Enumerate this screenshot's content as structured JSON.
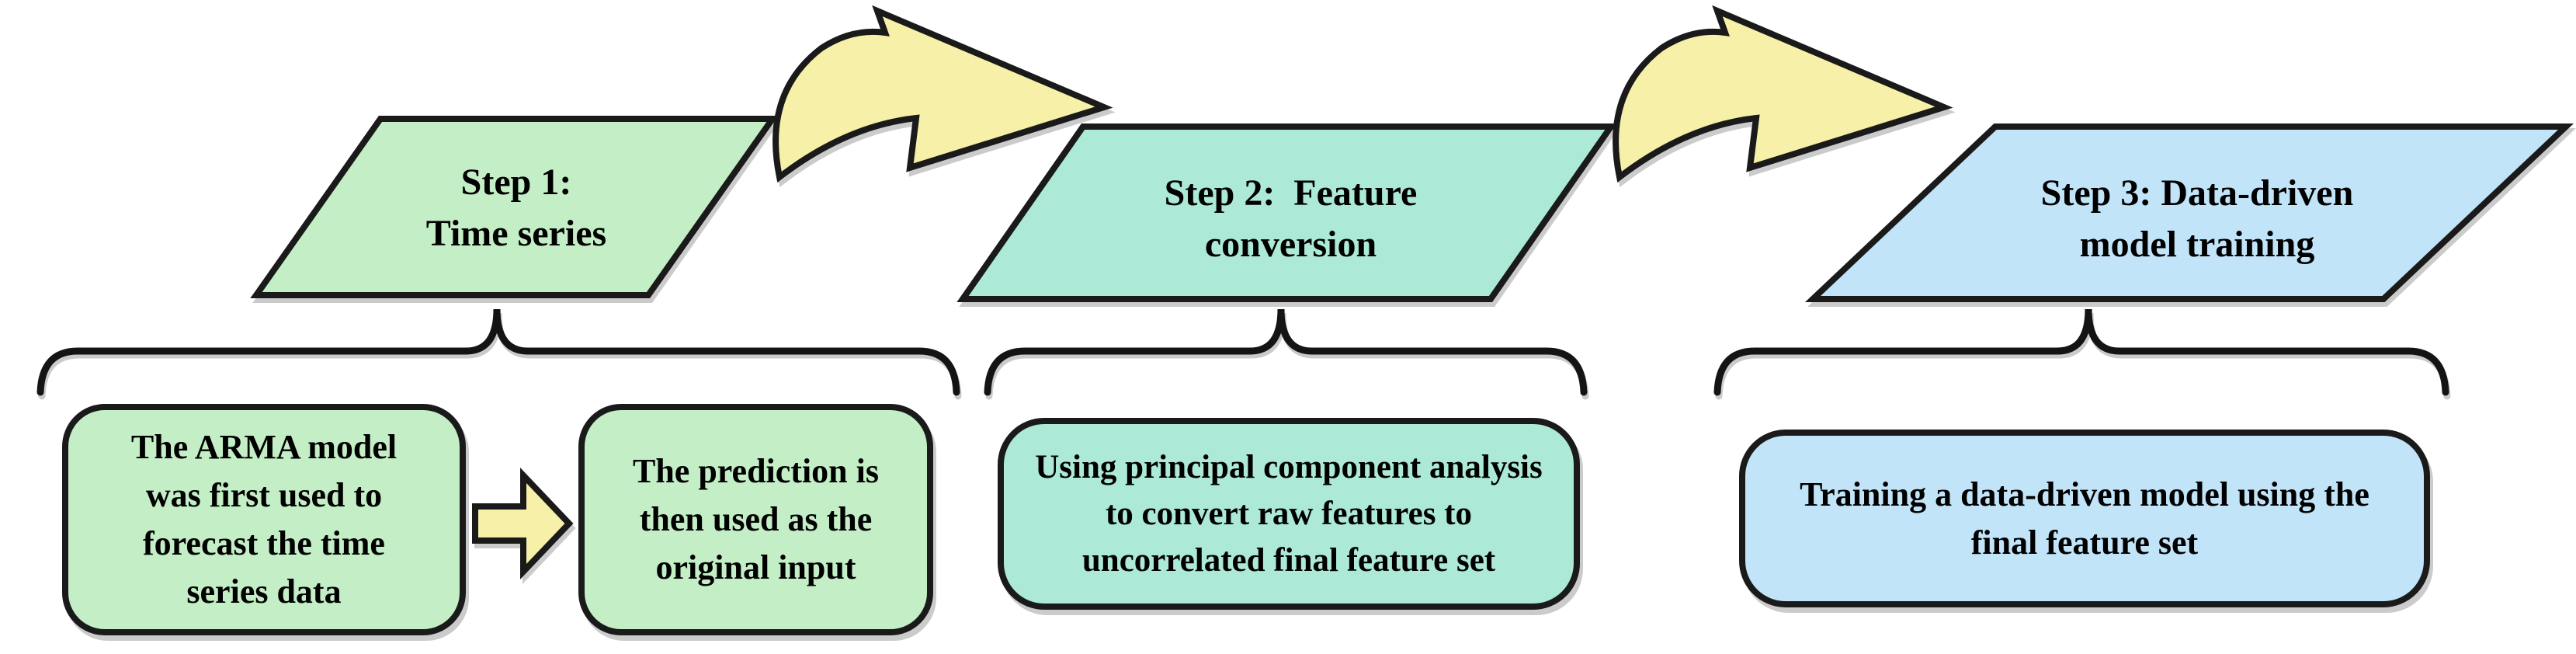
{
  "colors": {
    "step1_green": "#c3eec6",
    "step2_teal": "#ace9d6",
    "step3_blue": "#c2e4f8",
    "arrow_yellow": "#f6f0a8",
    "outline": "#1a1a1a"
  },
  "step1": {
    "label_line1": "Step 1:",
    "label_line2": "Time series",
    "box_a": "The ARMA model was first used to forecast the time series data",
    "box_b": "The prediction is then used as the original input"
  },
  "step2": {
    "label_line1": "Step 2:  Feature",
    "label_line2": "conversion",
    "box": "Using principal component analysis to convert raw features to uncorrelated final feature set"
  },
  "step3": {
    "label_line1": "Step 3: Data-driven",
    "label_line2": "model training",
    "box": "Training a data-driven model using the final feature set"
  }
}
